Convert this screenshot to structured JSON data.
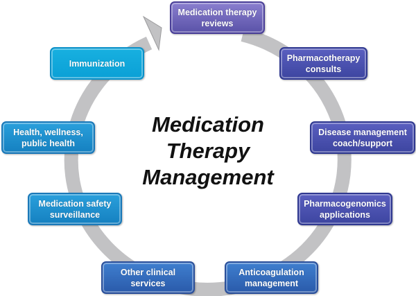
{
  "title": {
    "lines": [
      "Medication",
      "Therapy",
      "Management"
    ]
  },
  "services": [
    {
      "lines": [
        "Medication therapy",
        "reviews"
      ]
    },
    {
      "lines": [
        "Pharmacotherapy",
        "consults"
      ]
    },
    {
      "lines": [
        "Disease management",
        "coach/support"
      ]
    },
    {
      "lines": [
        "Pharmacogenomics",
        "applications"
      ]
    },
    {
      "lines": [
        "Anticoagulation",
        "management"
      ]
    },
    {
      "lines": [
        "Other clinical",
        "services"
      ]
    },
    {
      "lines": [
        "Medication safety",
        "surveillance"
      ]
    },
    {
      "lines": [
        "Health, wellness,",
        "public health"
      ]
    },
    {
      "lines": [
        "Immunization"
      ]
    }
  ],
  "colors": {
    "ring": "#c2c2c4",
    "title": "#111111"
  }
}
